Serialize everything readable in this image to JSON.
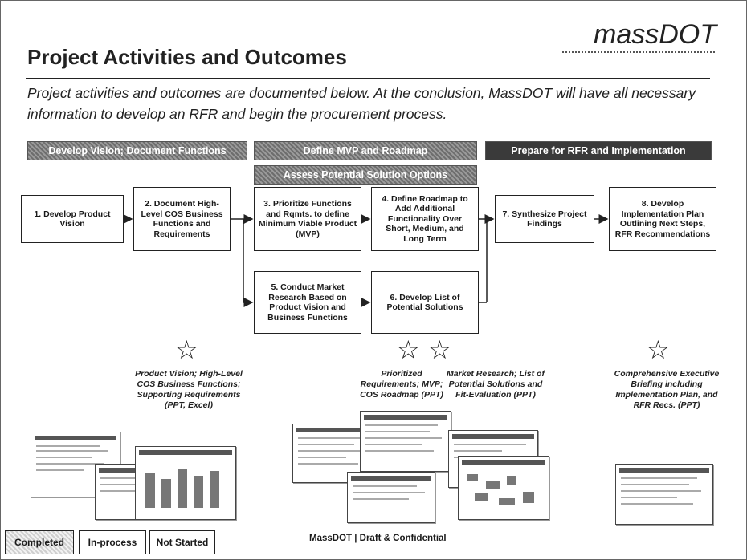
{
  "header": {
    "logo": "massDOT",
    "title": "Project Activities and Outcomes",
    "intro": "Project activities and outcomes are documented below. At the conclusion, MassDOT will have all necessary information to develop an RFR and begin the procurement process."
  },
  "phases": {
    "phase1": "Develop Vision; Document Functions",
    "phase2": "Define MVP and Roadmap",
    "phase2_sub": "Assess Potential Solution Options",
    "phase3": "Prepare for RFR and Implementation"
  },
  "steps": {
    "s1": "1. Develop Product Vision",
    "s2": "2. Document High-Level COS Business Functions and Requirements",
    "s3": "3. Prioritize Functions and Rqmts. to define Minimum Viable Product (MVP)",
    "s4": "4. Define Roadmap to Add Additional Functionality Over Short, Medium, and Long Term",
    "s5": "5. Conduct Market Research Based on Product Vision and Business Functions",
    "s6": "6. Develop List of Potential Solutions",
    "s7": "7. Synthesize Project Findings",
    "s8": "8. Develop Implementation Plan Outlining Next Steps, RFR Recommendations"
  },
  "deliverables": {
    "d1": "Product Vision; High-Level COS Business Functions; Supporting Requirements (PPT, Excel)",
    "d2": "Prioritized Requirements; MVP; COS Roadmap (PPT)",
    "d3": "Market Research; List of Potential Solutions and Fit-Evaluation (PPT)",
    "d4": "Comprehensive Executive Briefing including Implementation Plan, and RFR Recs. (PPT)"
  },
  "star_glyph": "☆",
  "legend": {
    "completed": "Completed",
    "in_process": "In-process",
    "not_started": "Not Started"
  },
  "footer": "MassDOT | Draft & Confidential"
}
